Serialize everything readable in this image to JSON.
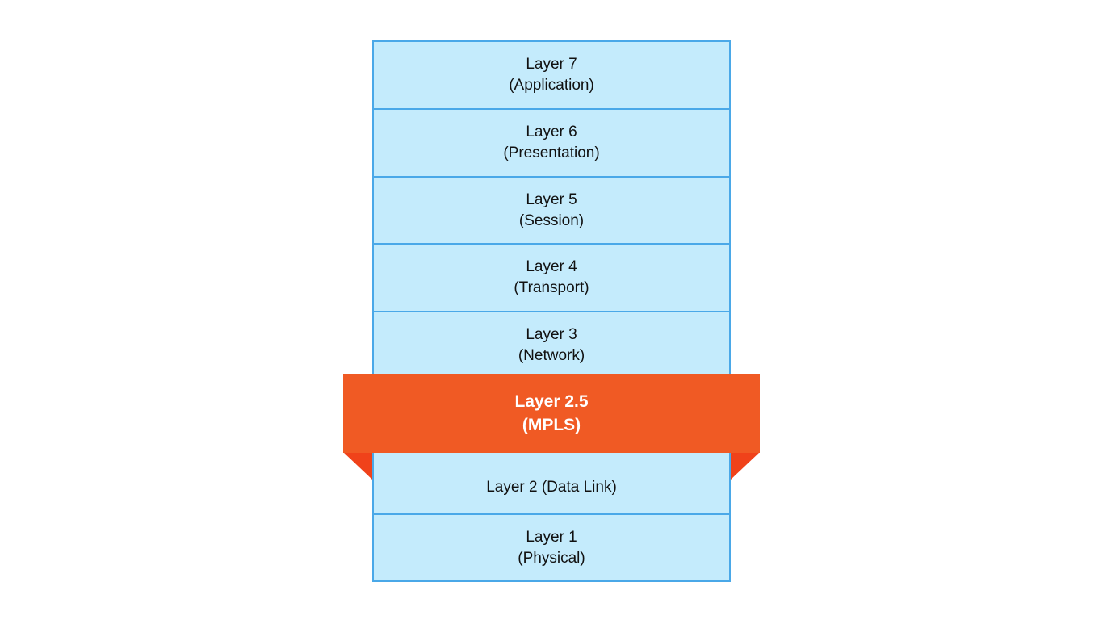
{
  "colors": {
    "layer_fill": "#c4ebfc",
    "layer_border": "#4aa8e8",
    "mpls_band": "#f05a24",
    "mpls_fold": "#f0421a",
    "text": "#111111"
  },
  "layers": {
    "l7": {
      "name": "Layer 7",
      "desc": "(Application)"
    },
    "l6": {
      "name": "Layer 6",
      "desc": "(Presentation)"
    },
    "l5": {
      "name": "Layer 5",
      "desc": "(Session)"
    },
    "l4": {
      "name": "Layer 4",
      "desc": "(Transport)"
    },
    "l3": {
      "name": "Layer 3",
      "desc": "(Network)"
    },
    "l2": {
      "name": "Layer 2 (Data Link)"
    },
    "l1": {
      "name": "Layer 1",
      "desc": "(Physical)"
    }
  },
  "mpls": {
    "name": "Layer 2.5",
    "desc": "(MPLS)"
  }
}
